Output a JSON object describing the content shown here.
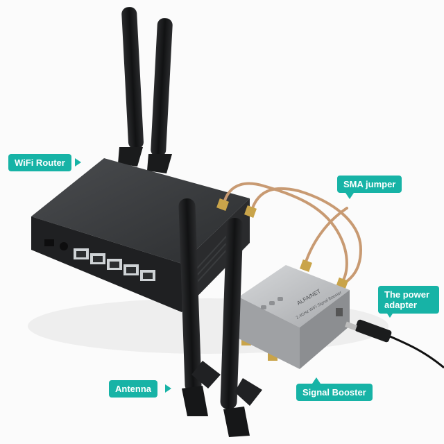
{
  "labels": {
    "wifi_router": "WiFi Router",
    "sma_jumper": "SMA jumper",
    "power_adapter_line1": "The power",
    "power_adapter_line2": "adapter",
    "antenna": "Antenna",
    "signal_booster": "Signal Booster"
  },
  "booster_markings": {
    "brand": "ALFA/NET",
    "model": "2.4GHz WiFi Signal Booster"
  },
  "colors": {
    "callout": "#17b3a6",
    "router_body": "#2f3133",
    "antenna": "#1c1d1e",
    "booster_body": "#b9bbbd",
    "cable": "#c89a72",
    "connector": "#c9a44a"
  }
}
